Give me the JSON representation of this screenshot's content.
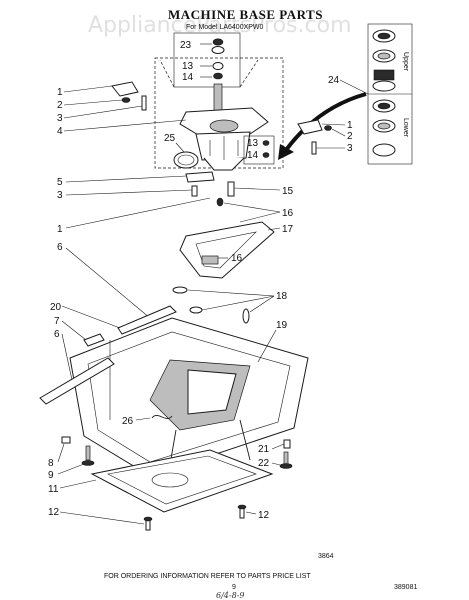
{
  "watermark": "AppliancePartsPros.com",
  "header": {
    "title": "MACHINE BASE PARTS",
    "model_line": "For Model LA6400XPW0"
  },
  "side_labels": {
    "upper": "Upper",
    "lower": "Lower"
  },
  "callouts": {
    "c23": "23",
    "c13a": "13",
    "c14a": "14",
    "c24": "24",
    "c1a": "1",
    "c2a": "2",
    "c3a": "3",
    "c4": "4",
    "c25": "25",
    "c1b": "1",
    "c2b": "2",
    "c3b": "3",
    "c13b": "13",
    "c14b": "14",
    "c5": "5",
    "c3c": "3",
    "c15": "15",
    "c1c": "1",
    "c16a": "16",
    "c17": "17",
    "c6a": "6",
    "c16b": "16",
    "c18": "18",
    "c20": "20",
    "c7": "7",
    "c6b": "6",
    "c19": "19",
    "c26": "26",
    "c8": "8",
    "c9": "9",
    "c11": "11",
    "c21": "21",
    "c22": "22",
    "c12a": "12",
    "c12b": "12"
  },
  "drawing_ref": "3864",
  "footer": {
    "ordering_note": "FOR ORDERING INFORMATION REFER TO PARTS PRICE LIST",
    "page_number": "9",
    "part_code": "389081",
    "handwritten": "6/4-8-9"
  }
}
